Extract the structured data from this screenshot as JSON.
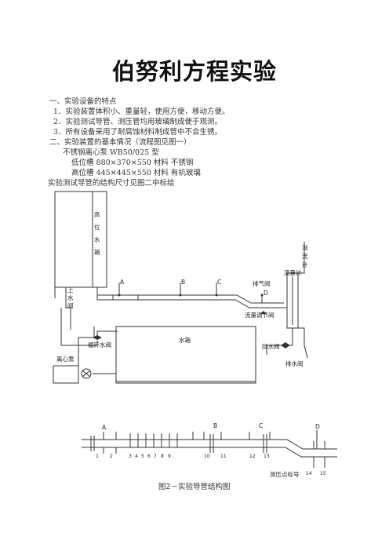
{
  "title": "伯努利方程实验",
  "sections": {
    "features_heading": "一、实验设备的特点",
    "features": [
      "1．实验装置体积小、重量轻，使用方便，移动方便。",
      "2．实验测试导管、测压管均用玻璃制成便于观测。",
      "3．所有设备采用了耐腐蚀材料制成管中不会生锈。"
    ],
    "basic_heading": "二、实验装置的基本情况（流程图见图一）",
    "specs": [
      "不锈钢离心泵   WB50/025 型",
      "低位槽   880×370×550  材料  不锈钢",
      "高位槽   445×445×550  材料  有机玻璃"
    ],
    "note": "实验测试导管的结构尺寸见图二中标绘"
  },
  "diagram1": {
    "high_tank": [
      "高",
      "位",
      "水",
      "箱"
    ],
    "overflow": [
      "溢",
      "流",
      "计"
    ],
    "upper_valve": [
      "上",
      "水",
      "阀"
    ],
    "points": [
      "A",
      "B",
      "C",
      "D"
    ],
    "flowmeter": "流量计",
    "vent_valve": "排气阀",
    "flow_valve": "流量调节阀",
    "return_valve": "回水阀",
    "drain_valve": "排水阀",
    "water_tank": "水箱",
    "circ_valve": "循环水阀",
    "pump": "离心泵"
  },
  "diagram2": {
    "points": [
      "A",
      "B",
      "C",
      "D"
    ],
    "numbers": [
      "1",
      "2",
      "3",
      "4",
      "5",
      "6",
      "7",
      "8",
      "9",
      "10",
      "11",
      "12",
      "13",
      "14",
      "15"
    ],
    "pressure_label": "测压点标号",
    "caption": "图2－实验导管结构图"
  }
}
